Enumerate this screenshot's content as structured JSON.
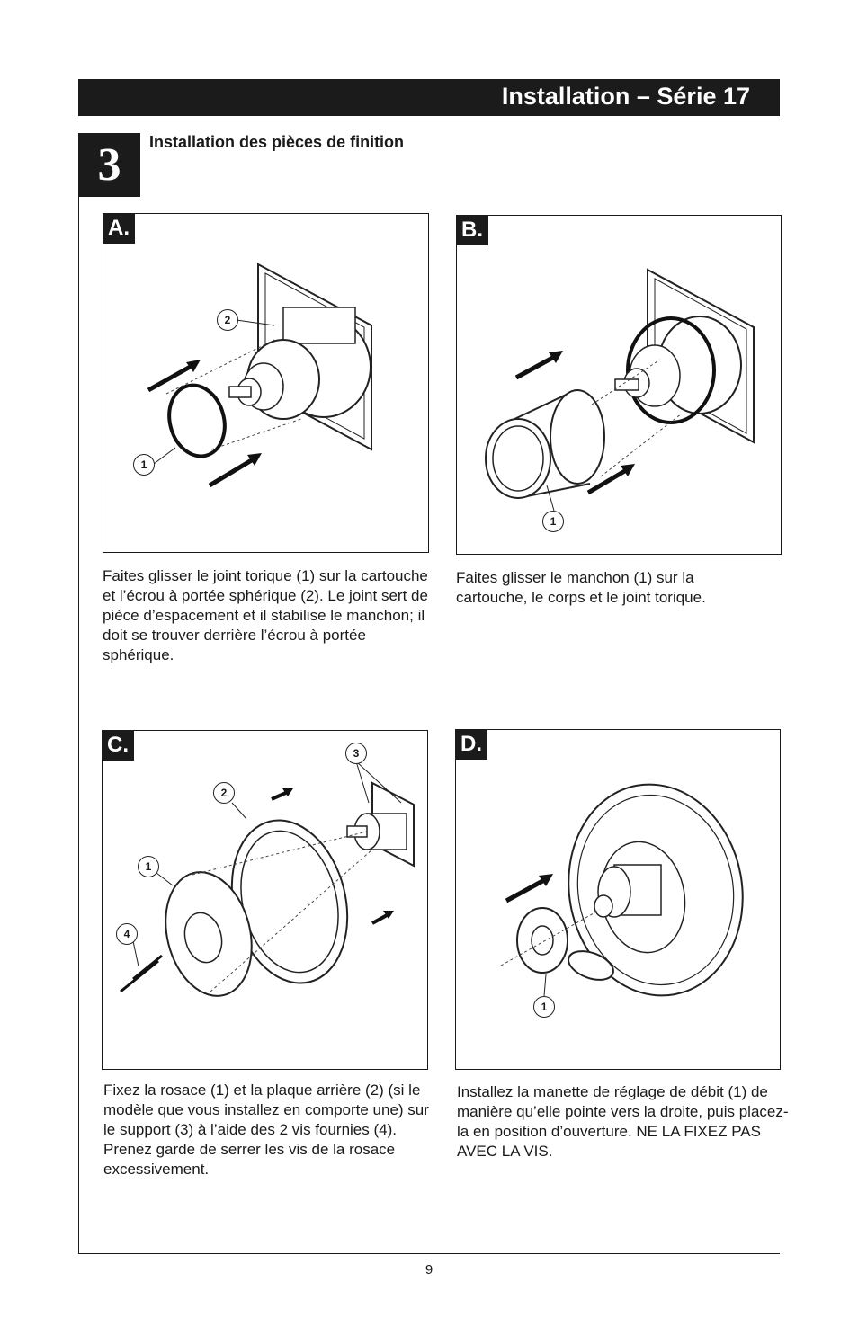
{
  "header": {
    "title": "Installation – Série 17"
  },
  "step": {
    "number": "3",
    "title": "Installation des pièces de finition"
  },
  "panels": [
    {
      "label": "A.",
      "callouts": [
        "1",
        "2"
      ],
      "caption": "Faites glisser le joint torique (1) sur la cartouche et l’écrou à portée sphérique (2). Le joint sert de pièce d’espacement et il stabilise le manchon; il doit se trouver derrière l’écrou à portée sphérique."
    },
    {
      "label": "B.",
      "callouts": [
        "1"
      ],
      "caption": "Faites glisser le manchon (1) sur la cartouche, le corps et le joint torique."
    },
    {
      "label": "C.",
      "callouts": [
        "1",
        "2",
        "3",
        "4"
      ],
      "caption": "Fixez la rosace (1) et la plaque arrière (2) (si le modèle que vous installez en comporte une) sur le support (3) à l’aide des 2 vis fournies (4). Prenez garde de serrer les vis de la rosace excessivement."
    },
    {
      "label": "D.",
      "callouts": [
        "1"
      ],
      "caption": "Installez la manette de réglage de débit (1) de manière qu’elle pointe vers la droite, puis placez-la en position d’ouverture. NE LA FIXEZ PAS AVEC LA VIS."
    }
  ],
  "page_number": "9"
}
